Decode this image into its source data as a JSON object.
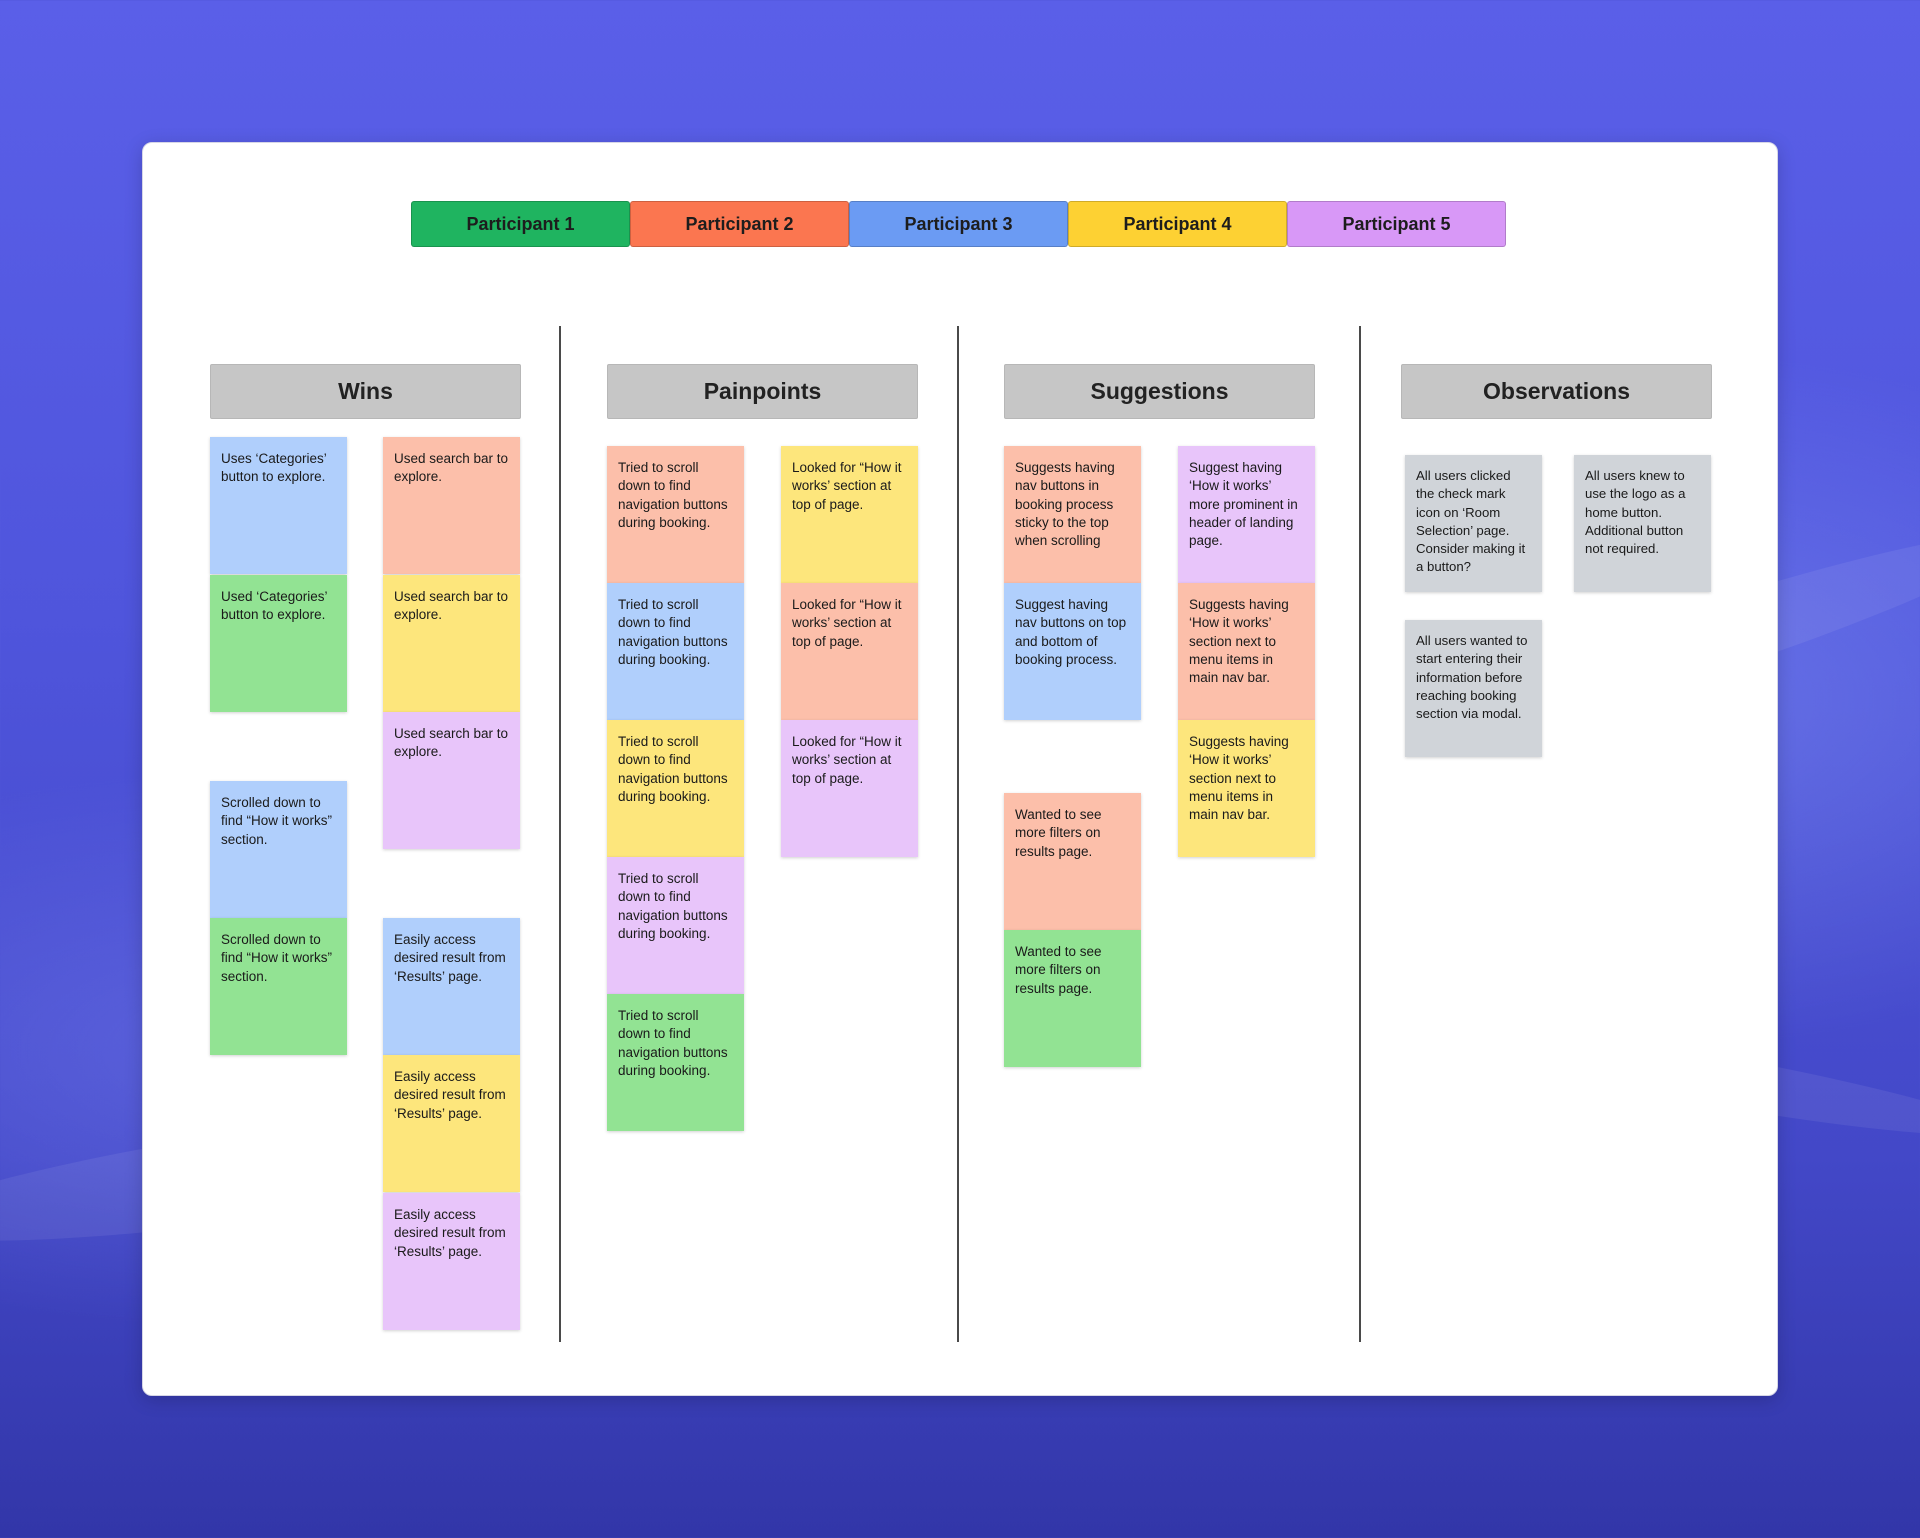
{
  "colors": {
    "blue": "#b0cffc",
    "salmon": "#fcbfaa",
    "green": "#92e393",
    "yellow": "#fde67c",
    "purple": "#e8c5fa",
    "gray": "#d0d4d9"
  },
  "legend": [
    {
      "label": "Participant 1",
      "color": "#1fb460"
    },
    {
      "label": "Participant 2",
      "color": "#fb7650"
    },
    {
      "label": "Participant 3",
      "color": "#6b9bf3"
    },
    {
      "label": "Participant 4",
      "color": "#fdd133"
    },
    {
      "label": "Participant 5",
      "color": "#d898f7"
    }
  ],
  "columns": [
    {
      "title": "Wins",
      "notes": [
        {
          "text": "Uses ‘Categories’ button to explore.",
          "color": "blue"
        },
        {
          "text": "Used ‘Categories’ button to explore.",
          "color": "green"
        },
        {
          "text": "Scrolled down to find “How it works” section.",
          "color": "blue"
        },
        {
          "text": "Scrolled down to find “How it works” section.",
          "color": "green"
        },
        {
          "text": "Used search bar to explore.",
          "color": "salmon"
        },
        {
          "text": "Used search bar to explore.",
          "color": "yellow"
        },
        {
          "text": "Used search bar to explore.",
          "color": "purple"
        },
        {
          "text": "Easily access desired result from ‘Results’ page.",
          "color": "blue"
        },
        {
          "text": "Easily access desired result from ‘Results’ page.",
          "color": "yellow"
        },
        {
          "text": "Easily access desired result from ‘Results’ page.",
          "color": "purple"
        }
      ]
    },
    {
      "title": "Painpoints",
      "notes": [
        {
          "text": "Tried to scroll down to find navigation buttons during booking.",
          "color": "salmon"
        },
        {
          "text": "Tried to scroll down to find navigation buttons during booking.",
          "color": "blue"
        },
        {
          "text": "Tried to scroll down to find navigation buttons during booking.",
          "color": "yellow"
        },
        {
          "text": "Tried to scroll down to find navigation buttons during booking.",
          "color": "purple"
        },
        {
          "text": "Tried to scroll down to find navigation buttons during booking.",
          "color": "green"
        },
        {
          "text": "Looked for “How it works’ section at top of page.",
          "color": "yellow"
        },
        {
          "text": "Looked for “How it works’ section at top of page.",
          "color": "salmon"
        },
        {
          "text": "Looked for “How it works’ section at top of page.",
          "color": "purple"
        }
      ]
    },
    {
      "title": "Suggestions",
      "notes": [
        {
          "text": "Suggests having nav buttons in booking process sticky to the top when scrolling",
          "color": "salmon"
        },
        {
          "text": "Suggest having nav buttons on top and bottom of booking process.",
          "color": "blue"
        },
        {
          "text": "Wanted to see more filters on results page.",
          "color": "salmon"
        },
        {
          "text": "Wanted to see more filters on results page.",
          "color": "green"
        },
        {
          "text": "Suggest having ‘How it works’ more prominent in header of landing page.",
          "color": "purple"
        },
        {
          "text": "Suggests having ‘How it works’ section next to menu items in main nav bar.",
          "color": "salmon"
        },
        {
          "text": "Suggests having ‘How it works’ section next to menu items in main nav bar.",
          "color": "yellow"
        }
      ]
    },
    {
      "title": "Observations",
      "notes": [
        {
          "text": "All users clicked the check mark icon on ‘Room Selection’ page. Consider making it a button?",
          "color": "gray"
        },
        {
          "text": "All users wanted to start entering their information before reaching booking section via modal.",
          "color": "gray"
        },
        {
          "text": "All users knew to use the logo as a home button. Additional button not required.",
          "color": "gray"
        }
      ]
    }
  ]
}
